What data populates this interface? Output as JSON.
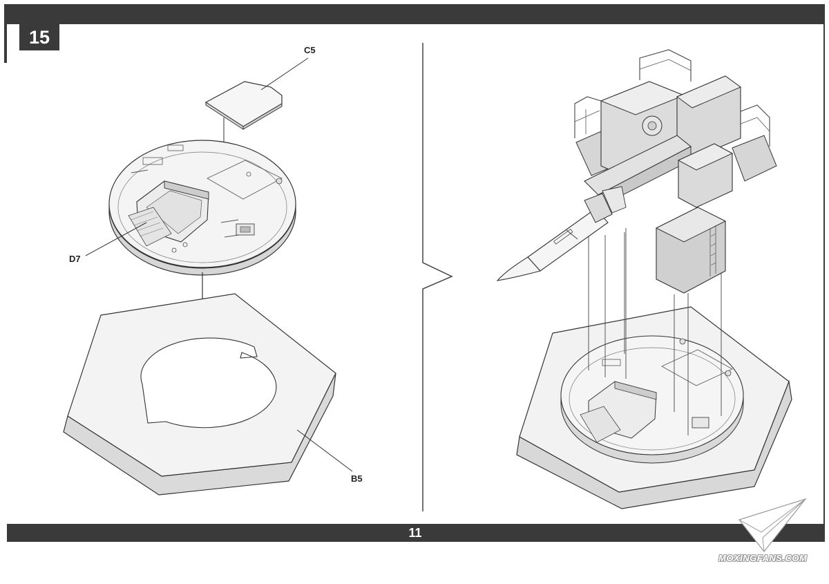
{
  "page": {
    "step_number": "15",
    "page_number": "11"
  },
  "parts": {
    "c5": "C5",
    "d7": "D7",
    "b5": "B5"
  },
  "watermark": {
    "text": "MOXINGFANS.COM"
  },
  "colors": {
    "bar": "#3a3a3a",
    "line": "#333333",
    "fill": "#f2f2f2",
    "shade": "#d8d8d8"
  }
}
